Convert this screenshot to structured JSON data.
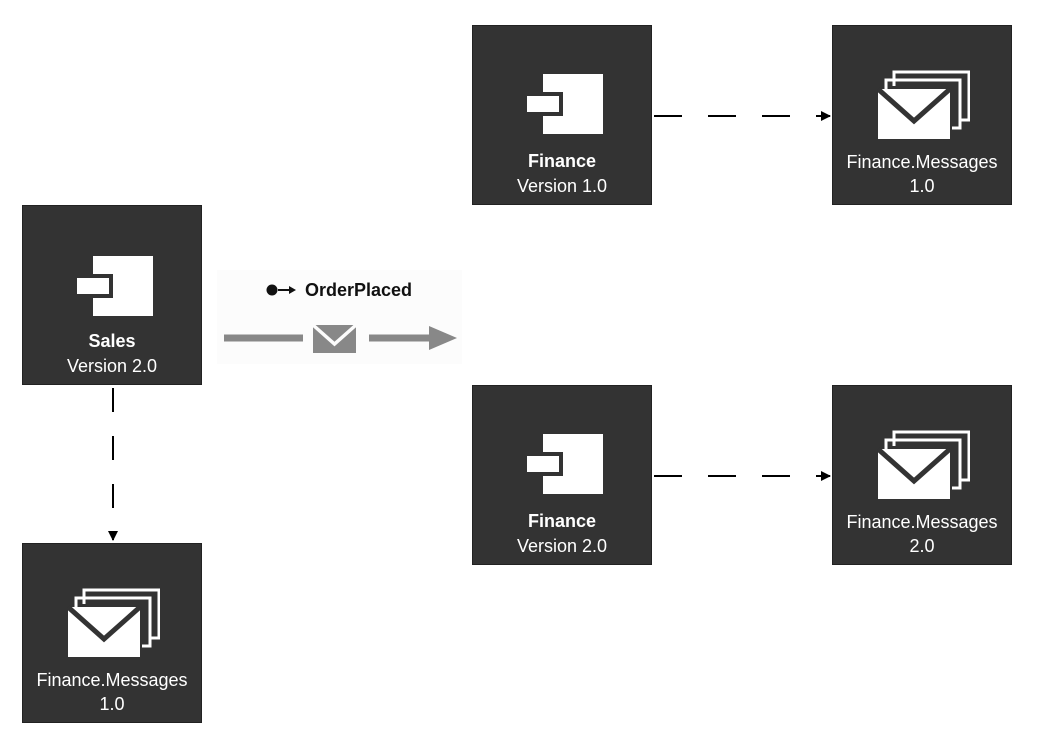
{
  "nodes": {
    "sales": {
      "name": "Sales",
      "version": "Version 2.0"
    },
    "finance_v1": {
      "name": "Finance",
      "version": "Version 1.0"
    },
    "finance_v2": {
      "name": "Finance",
      "version": "Version 2.0"
    },
    "messages_top": {
      "name": "Finance.Messages",
      "version": "1.0"
    },
    "messages_mid": {
      "name": "Finance.Messages",
      "version": "2.0"
    },
    "messages_bottom": {
      "name": "Finance.Messages",
      "version": "1.0"
    }
  },
  "event": {
    "name": "OrderPlaced"
  },
  "colors": {
    "node_fill": "#333333",
    "node_text": "#ffffff",
    "event_arrow": "#888888",
    "connector": "#000000"
  },
  "icons": {
    "component": "component-icon",
    "messages": "envelope-stack-icon",
    "event": "event-dot-arrow-icon"
  }
}
